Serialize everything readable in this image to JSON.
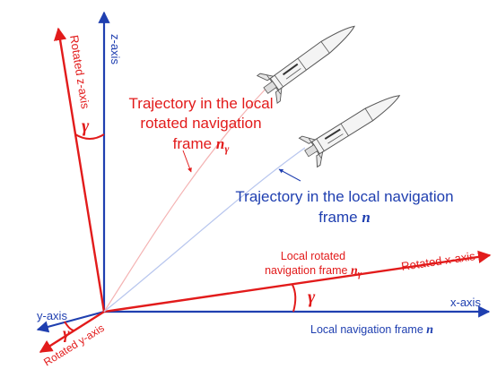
{
  "colors": {
    "blue_frame": "#1f3fb0",
    "red_frame": "#e21b1b",
    "rocket_stroke": "#555555",
    "rocket_fill": "#f2f2f2"
  },
  "axes": {
    "z_axis": "z-axis",
    "x_axis": "x-axis",
    "y_axis": "y-axis",
    "rotated_z_axis": "Rotated z-axis",
    "rotated_x_axis": "Rotated x-axis",
    "rotated_y_axis": "Rotated y-axis"
  },
  "angle_symbol": "γ",
  "labels": {
    "rotated_trajectory_line1": "Trajectory in the local",
    "rotated_trajectory_line2": "rotated navigation",
    "rotated_trajectory_line3_prefix": "frame ",
    "rotated_frame_symbol": "n",
    "rotated_frame_subscript": "γ",
    "trajectory_line1": "Trajectory in the local navigation",
    "trajectory_line2_prefix": "frame ",
    "frame_symbol": "n",
    "local_rotated_line1": "Local rotated",
    "local_rotated_line2_prefix": "navigation frame ",
    "local_nav_frame_prefix": "Local navigation frame "
  },
  "icons": [
    "rocket-icon",
    "rocket-icon"
  ]
}
